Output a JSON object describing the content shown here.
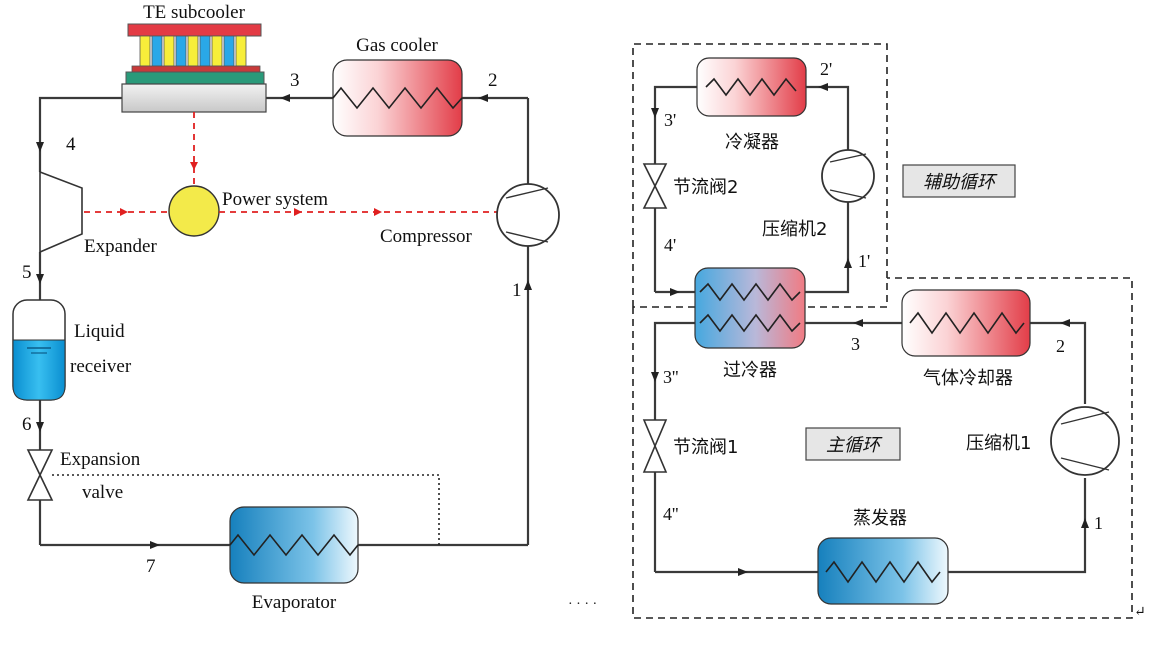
{
  "left": {
    "te_subcooler": "TE subcooler",
    "gas_cooler": "Gas cooler",
    "power_system": "Power system",
    "compressor": "Compressor",
    "expander": "Expander",
    "liquid_receiver_1": "Liquid",
    "liquid_receiver_2": "receiver",
    "expansion_valve_1": "Expansion",
    "expansion_valve_2": "valve",
    "evaporator": "Evaporator",
    "states": {
      "s1": "1",
      "s2": "2",
      "s3": "3",
      "s4": "4",
      "s5": "5",
      "s6": "6",
      "s7": "7"
    }
  },
  "right": {
    "aux_cycle": "辅助循环",
    "main_cycle": "主循环",
    "condenser": "冷凝器",
    "throttle_valve_2": "节流阀2",
    "compressor_2": "压缩机2",
    "subcooler": "过冷器",
    "gas_cooler": "气体冷却器",
    "throttle_valve_1": "节流阀1",
    "compressor_1": "压缩机1",
    "evaporator": "蒸发器",
    "states": {
      "s2p": "2'",
      "s3p": "3'",
      "s4p": "4'",
      "s1p": "1'",
      "s3": "3",
      "s2": "2",
      "s3pp": "3''",
      "s4pp": "4''",
      "s1": "1"
    },
    "footer_dots": "· · · ·",
    "return_mark": "↵"
  },
  "colors": {
    "red": "#e8404a",
    "blue": "#1e8fc9",
    "power_yellow": "#f3ea4a",
    "dashed_red": "#e02020"
  }
}
